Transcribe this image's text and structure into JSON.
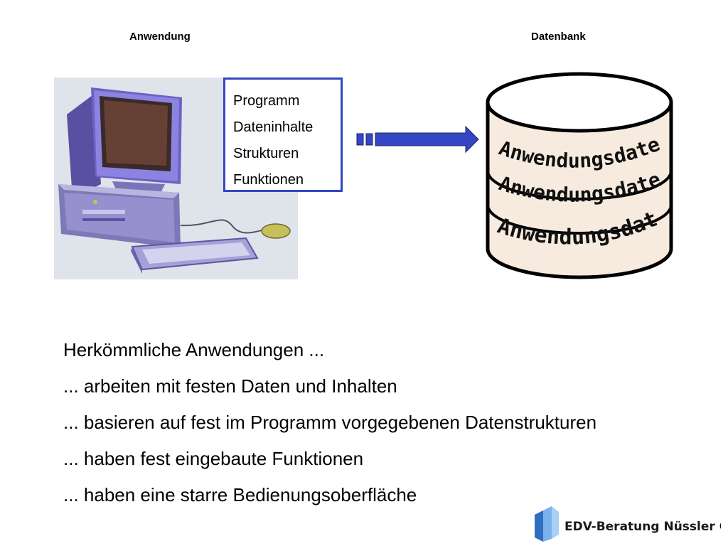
{
  "labels": {
    "application": "Anwendung",
    "database": "Datenbank"
  },
  "box_items": [
    "Programm",
    "Dateninhalte",
    "Strukturen",
    "Funktionen"
  ],
  "cylinder_labels": [
    "Anwendungsdaten",
    "Anwendungsdaten",
    "Anwendungsdaten"
  ],
  "bullets": [
    "Herkömmliche Anwendungen ...",
    "... arbeiten mit festen Daten und Inhalten",
    "... basieren auf fest im Programm vorgegebenen Datenstrukturen",
    "... haben fest eingebaute Funktionen",
    "... haben eine starre Bedienungsoberfläche"
  ],
  "logo": {
    "text": "EDV-Beratung Nüssler GmbH"
  },
  "colors": {
    "box_border": "#3446c2",
    "arrow": "#3446c2",
    "cylinder_fill": "#f7ebe0",
    "cylinder_stroke": "#000000",
    "logo_blue": "#4f8fd6"
  }
}
